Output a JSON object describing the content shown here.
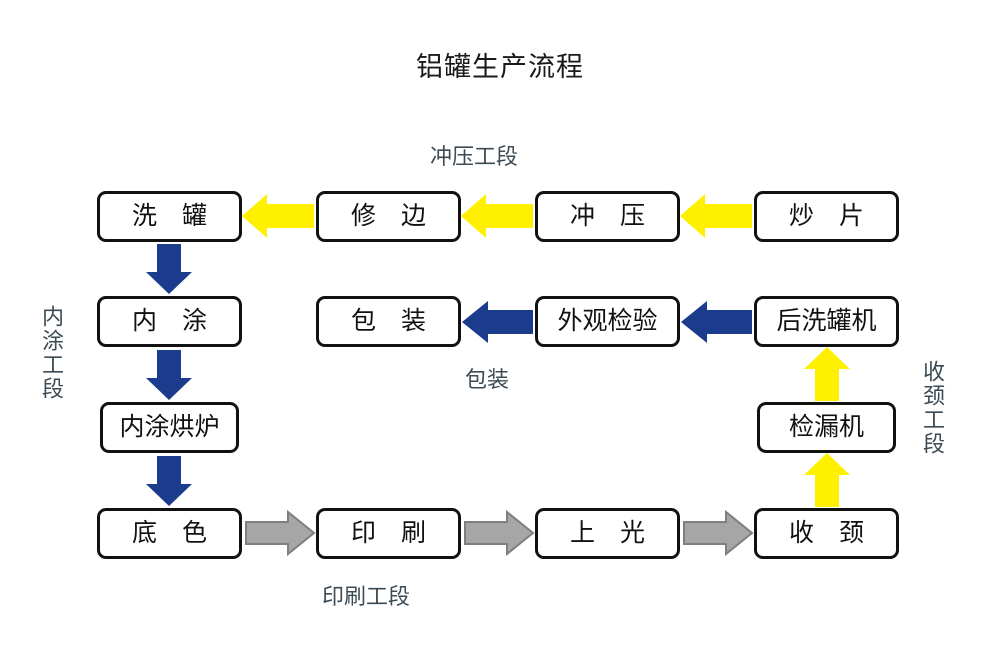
{
  "chart_data": {
    "type": "diagram",
    "diagram_kind": "process-flowchart",
    "title": "铝罐生产流程",
    "nodes": [
      {
        "id": "chaopian",
        "label": "炒 片",
        "row": 1,
        "col": 4
      },
      {
        "id": "chongya",
        "label": "冲 压",
        "row": 1,
        "col": 3
      },
      {
        "id": "xiubian",
        "label": "修 边",
        "row": 1,
        "col": 2
      },
      {
        "id": "xiguan",
        "label": "洗 罐",
        "row": 1,
        "col": 1
      },
      {
        "id": "houxiguanji",
        "label": "后洗罐机",
        "row": 2,
        "col": 4
      },
      {
        "id": "waiguan",
        "label": "外观检验",
        "row": 2,
        "col": 3
      },
      {
        "id": "baozhuang",
        "label": "包 装",
        "row": 2,
        "col": 2
      },
      {
        "id": "neitu",
        "label": "内 涂",
        "row": 2,
        "col": 1
      },
      {
        "id": "jianlouji",
        "label": "检漏机",
        "row": 3,
        "col": 4
      },
      {
        "id": "neituhonglu",
        "label": "内涂烘炉",
        "row": 3,
        "col": 1
      },
      {
        "id": "shoujing",
        "label": "收 颈",
        "row": 4,
        "col": 4
      },
      {
        "id": "shangguang",
        "label": "上 光",
        "row": 4,
        "col": 3
      },
      {
        "id": "yinshua",
        "label": "印 刷",
        "row": 4,
        "col": 2
      },
      {
        "id": "dise",
        "label": "底 色",
        "row": 4,
        "col": 1
      }
    ],
    "edges": [
      {
        "from": "chaopian",
        "to": "chongya",
        "color": "#FFF000",
        "direction": "left"
      },
      {
        "from": "chongya",
        "to": "xiubian",
        "color": "#FFF000",
        "direction": "left"
      },
      {
        "from": "xiubian",
        "to": "xiguan",
        "color": "#FFF000",
        "direction": "left"
      },
      {
        "from": "xiguan",
        "to": "neitu",
        "color": "#1B3C8C",
        "direction": "down"
      },
      {
        "from": "neitu",
        "to": "neituhonglu",
        "color": "#1B3C8C",
        "direction": "down"
      },
      {
        "from": "neituhonglu",
        "to": "dise",
        "color": "#1B3C8C",
        "direction": "down"
      },
      {
        "from": "dise",
        "to": "yinshua",
        "color": "#A6A6A6",
        "direction": "right"
      },
      {
        "from": "yinshua",
        "to": "shangguang",
        "color": "#A6A6A6",
        "direction": "right"
      },
      {
        "from": "shangguang",
        "to": "shoujing",
        "color": "#A6A6A6",
        "direction": "right"
      },
      {
        "from": "shoujing",
        "to": "jianlouji",
        "color": "#FFF000",
        "direction": "up"
      },
      {
        "from": "jianlouji",
        "to": "houxiguanji",
        "color": "#FFF000",
        "direction": "up"
      },
      {
        "from": "houxiguanji",
        "to": "waiguan",
        "color": "#1B3C8C",
        "direction": "left"
      },
      {
        "from": "waiguan",
        "to": "baozhuang",
        "color": "#1B3C8C",
        "direction": "left"
      }
    ],
    "stage_labels": [
      {
        "id": "chongya-gongduan",
        "text": "冲压工段",
        "orientation": "horizontal"
      },
      {
        "id": "baozhuang-stage",
        "text": "包装",
        "orientation": "horizontal"
      },
      {
        "id": "yinshua-gongduan",
        "text": "印刷工段",
        "orientation": "horizontal"
      },
      {
        "id": "neitu-gongduan",
        "text": "内涂工段",
        "orientation": "vertical"
      },
      {
        "id": "shoujing-gongduan",
        "text": "收颈工段",
        "orientation": "vertical"
      }
    ],
    "colors": {
      "yellow_arrow": "#FFF000",
      "blue_arrow": "#1B3C8C",
      "gray_arrow": "#A6A6A6",
      "gray_arrow_border": "#7F7F7F",
      "box_border": "#111111",
      "box_fill": "#FFFFFF",
      "text": "#111111",
      "stage_label_text": "#3D4B54",
      "background": "#FFFFFF"
    }
  },
  "diagram": {
    "title": "铝罐生产流程",
    "nodes": {
      "xiguan": "洗 罐",
      "xiubian": "修 边",
      "chongya": "冲 压",
      "chaopian": "炒 片",
      "neitu": "内 涂",
      "baozhuang": "包 装",
      "waiguan": "外观检验",
      "houxiguanji": "后洗罐机",
      "neituhonglu": "内涂烘炉",
      "jianlouji": "检漏机",
      "dise": "底 色",
      "yinshua": "印 刷",
      "shangguang": "上 光",
      "shoujing": "收 颈"
    },
    "labels": {
      "chongya_gongduan": "冲压工段",
      "baozhuang": "包装",
      "yinshua_gongduan": "印刷工段",
      "neitu_gongduan": "内涂工段",
      "shoujing_gongduan": "收颈工段"
    }
  }
}
